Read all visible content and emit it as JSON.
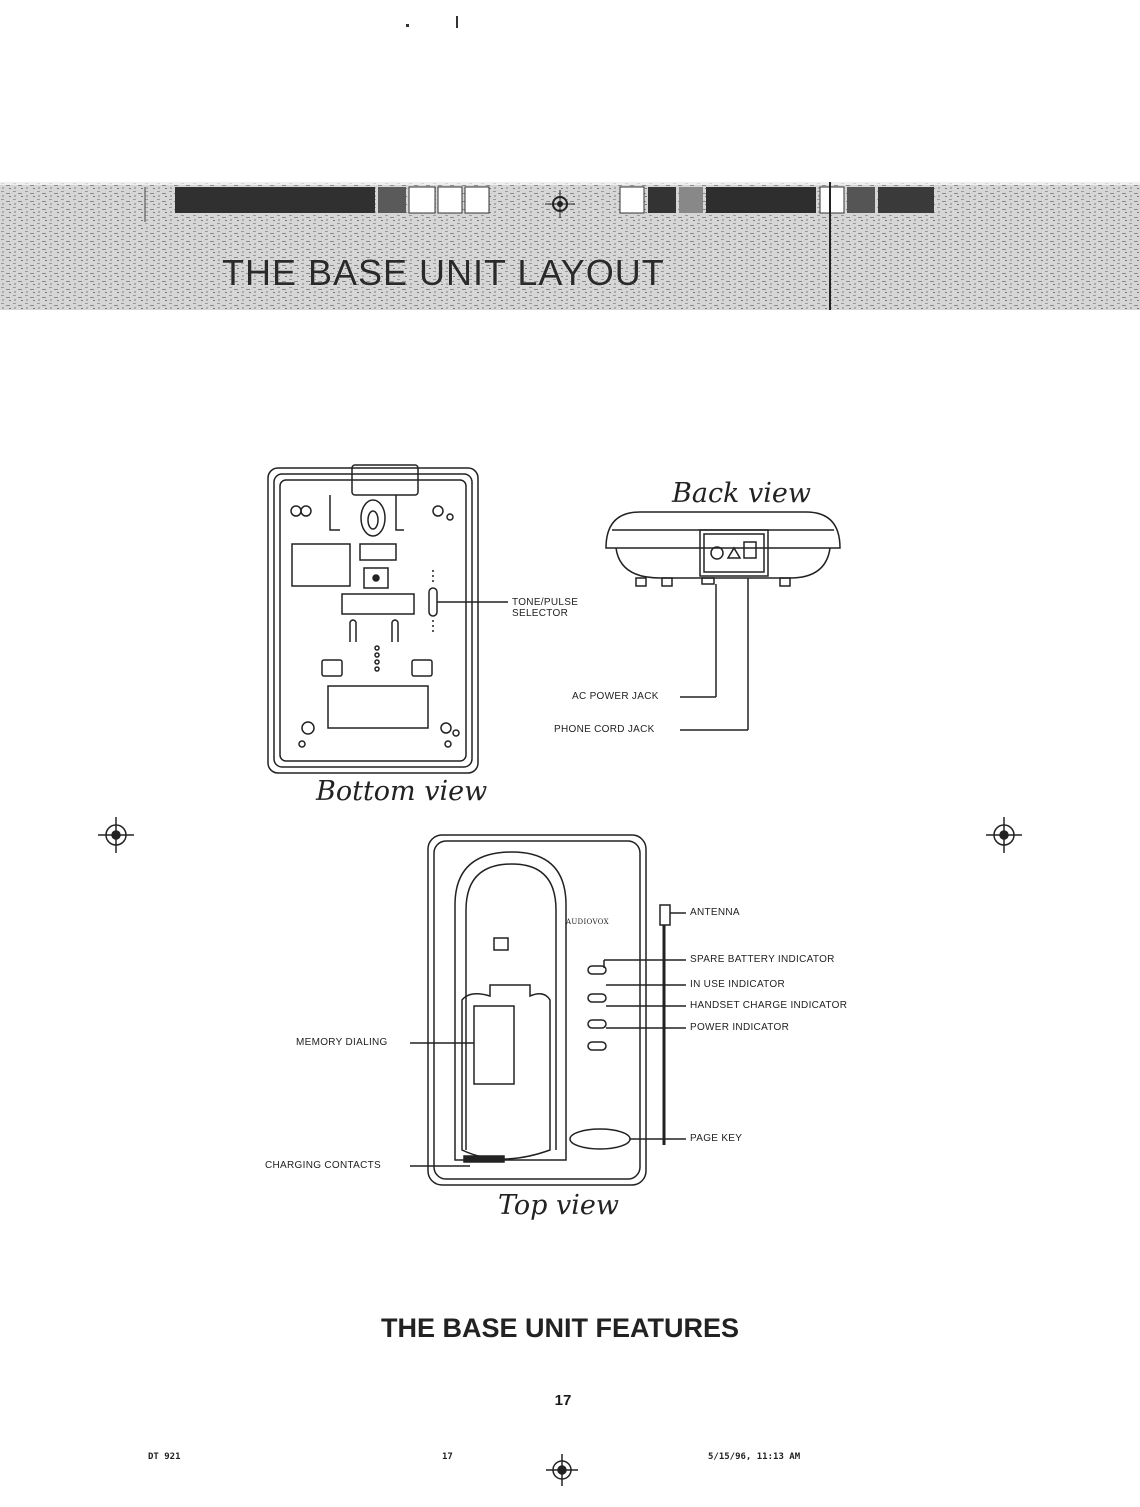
{
  "banner": {
    "title": "THE BASE UNIT LAYOUT"
  },
  "bottom_view": {
    "caption": "Bottom view",
    "tone_pulse_label": "TONE/PULSE SELECTOR"
  },
  "back_view": {
    "caption": "Back view",
    "ac_power_label": "AC POWER JACK",
    "phone_cord_label": "PHONE CORD JACK"
  },
  "top_view": {
    "caption": "Top view",
    "brand": "AUDIOVOX",
    "antenna_label": "ANTENNA",
    "spare_battery_label": "SPARE BATTERY INDICATOR",
    "in_use_label": "IN USE INDICATOR",
    "handset_charge_label": "HANDSET CHARGE INDICATOR",
    "power_label": "POWER INDICATOR",
    "memory_dialing_label": "MEMORY DIALING",
    "page_key_label": "PAGE KEY",
    "charging_contacts_label": "CHARGING CONTACTS"
  },
  "section_title": "THE BASE UNIT FEATURES",
  "page_number": "17",
  "footer": {
    "left": "DT 921",
    "center": "17",
    "right": "5/15/96, 11:13 AM"
  }
}
